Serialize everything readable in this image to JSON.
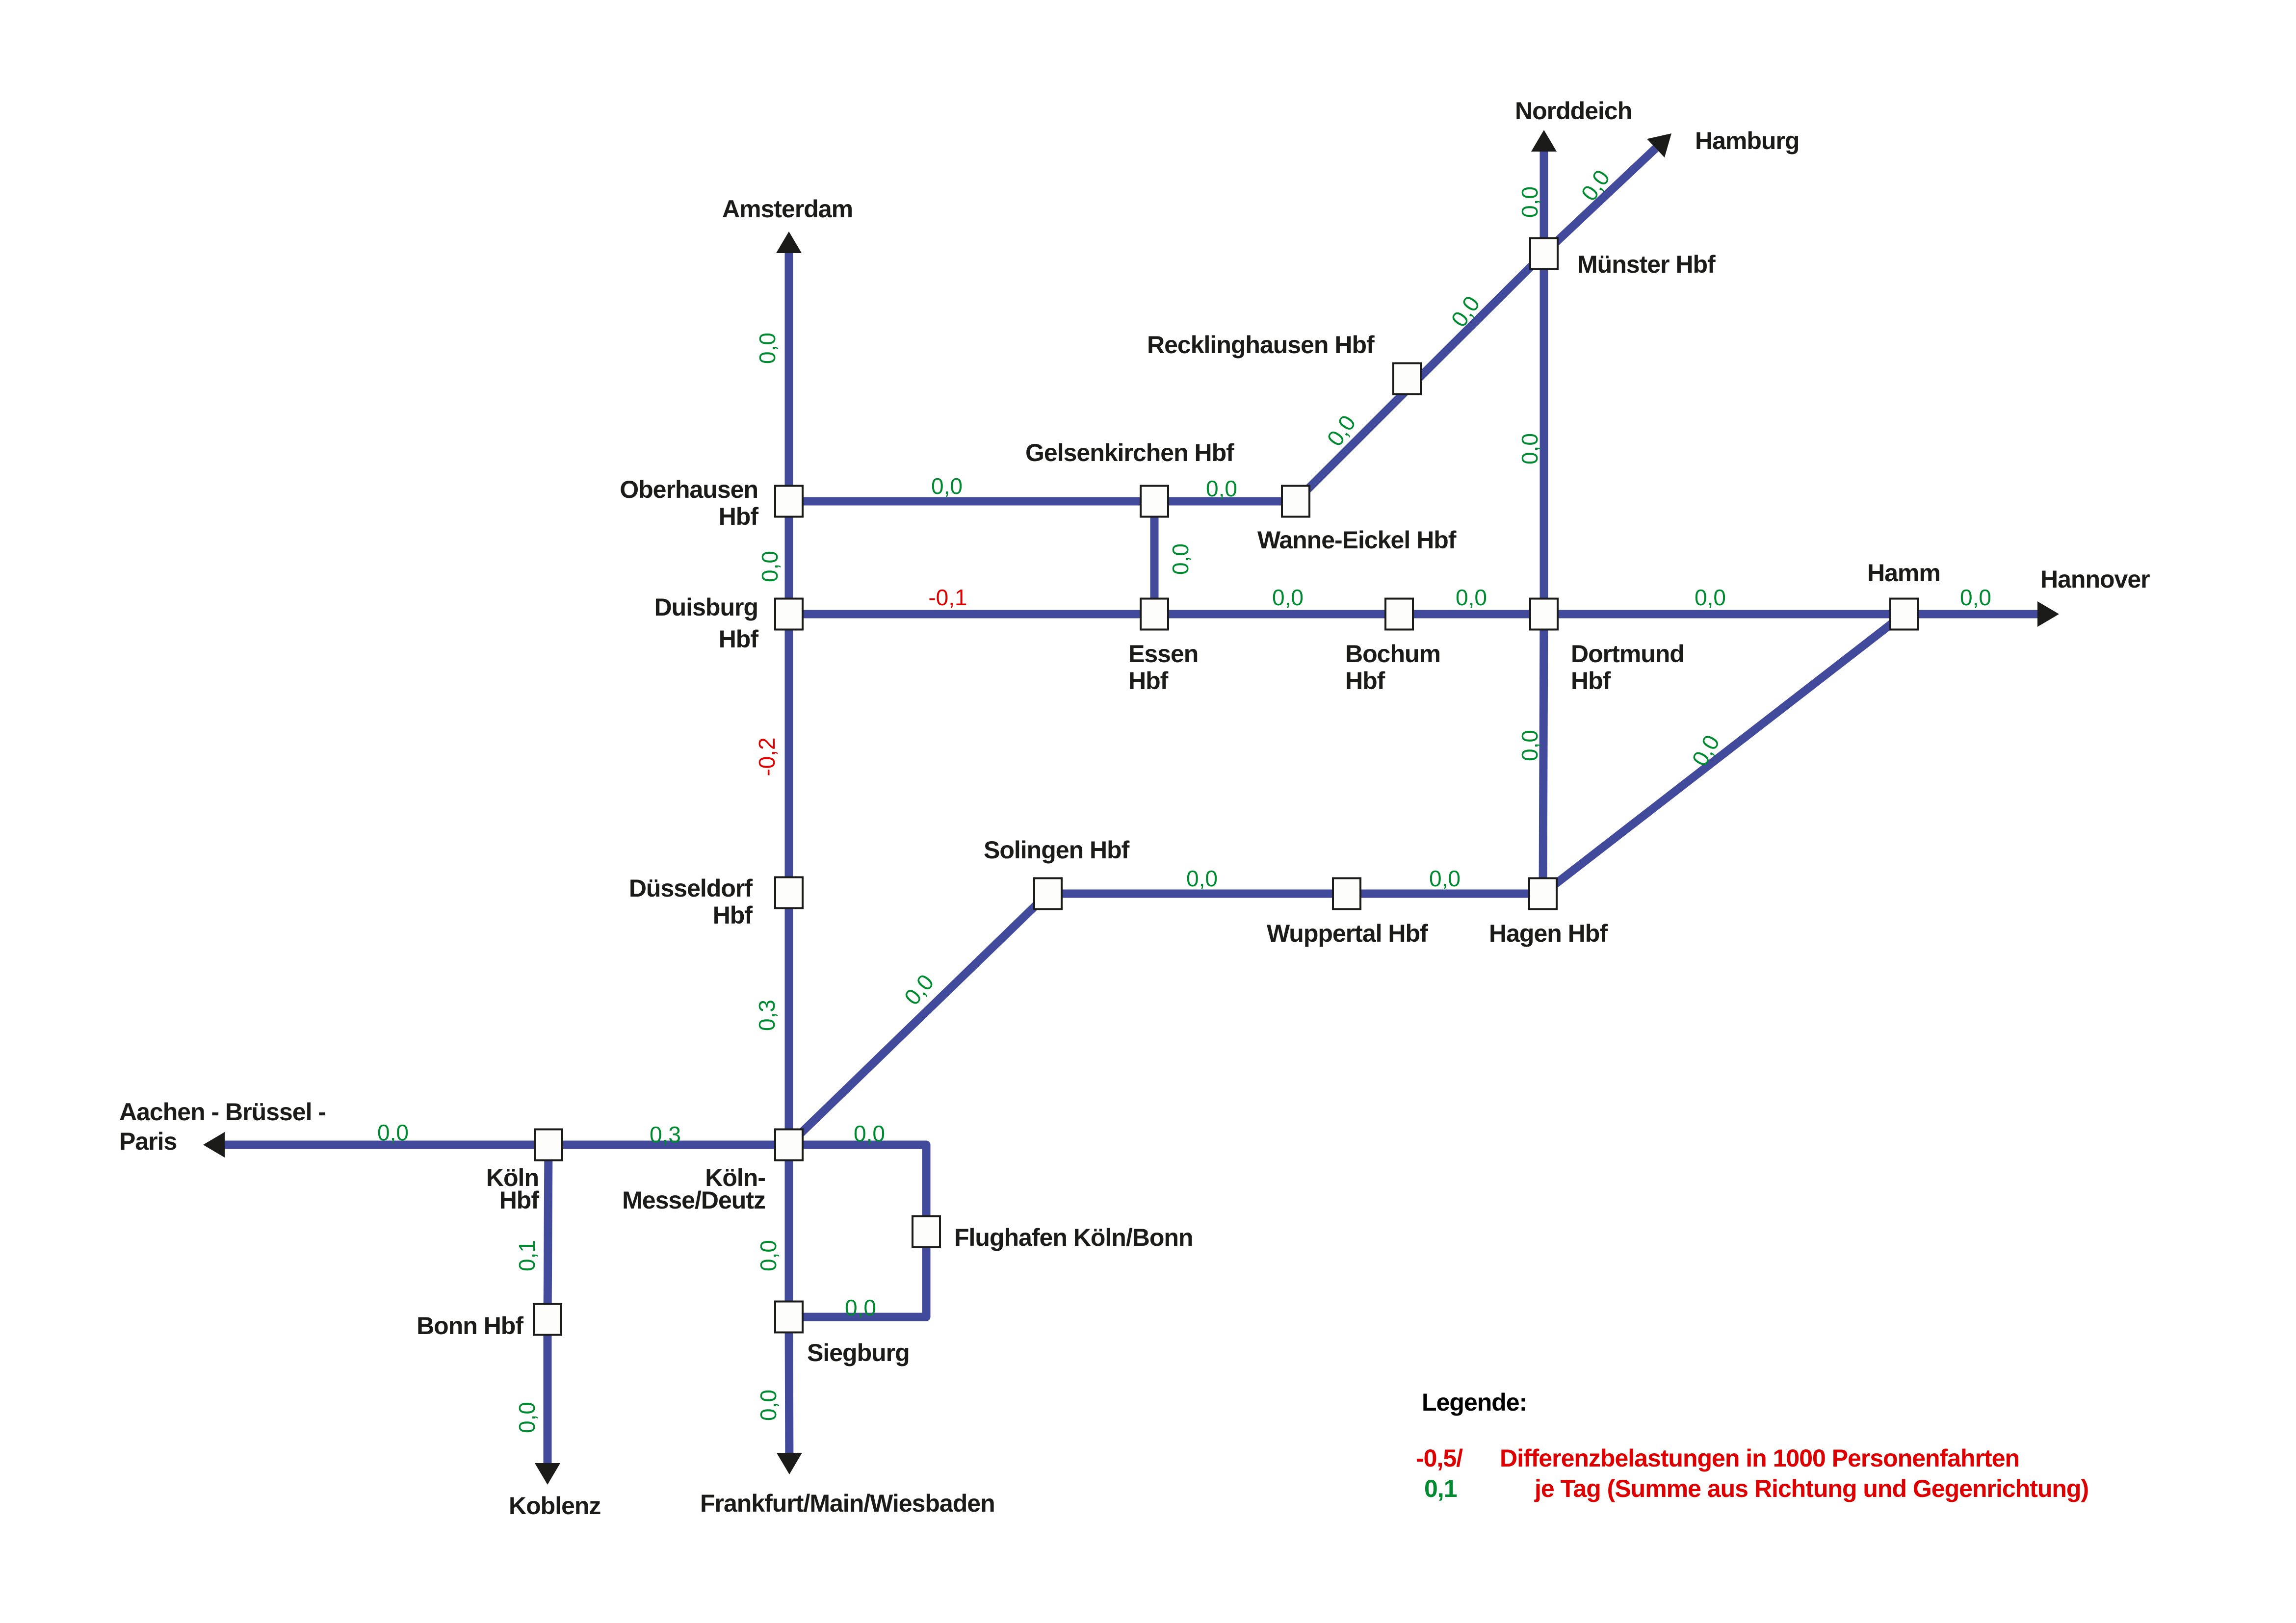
{
  "diagram": {
    "type": "rail-network-load-difference-map",
    "colors": {
      "line": "#424a9c",
      "positive_value": "#008a30",
      "negative_value": "#dd0000",
      "text": "#1b1c1a",
      "node_fill": "#fdfdfb"
    },
    "stations": [
      {
        "id": "oberhausen",
        "label": [
          "Oberhausen",
          "Hbf"
        ]
      },
      {
        "id": "duisburg",
        "label": [
          "Duisburg",
          "Hbf"
        ]
      },
      {
        "id": "duesseldorf",
        "label": [
          "Düsseldorf",
          "Hbf"
        ]
      },
      {
        "id": "koeln_messe",
        "label": [
          "Köln-",
          "Messe/Deutz"
        ]
      },
      {
        "id": "koeln_hbf",
        "label": [
          "Köln",
          "Hbf"
        ]
      },
      {
        "id": "bonn",
        "label": [
          "Bonn Hbf"
        ]
      },
      {
        "id": "siegburg",
        "label": [
          "Siegburg"
        ]
      },
      {
        "id": "flughafen",
        "label": [
          "Flughafen Köln/Bonn"
        ]
      },
      {
        "id": "solingen",
        "label": [
          "Solingen Hbf"
        ]
      },
      {
        "id": "wuppertal",
        "label": [
          "Wuppertal Hbf"
        ]
      },
      {
        "id": "hagen",
        "label": [
          "Hagen Hbf"
        ]
      },
      {
        "id": "gelsenkirchen",
        "label": [
          "Gelsenkirchen Hbf"
        ]
      },
      {
        "id": "wanne",
        "label": [
          "Wanne-Eickel Hbf"
        ]
      },
      {
        "id": "recklinghausen",
        "label": [
          "Recklinghausen  Hbf"
        ]
      },
      {
        "id": "muenster",
        "label": [
          "Münster Hbf"
        ]
      },
      {
        "id": "essen",
        "label": [
          "Essen",
          "Hbf"
        ]
      },
      {
        "id": "bochum",
        "label": [
          "Bochum",
          "Hbf"
        ]
      },
      {
        "id": "dortmund",
        "label": [
          "Dortmund",
          "Hbf"
        ]
      },
      {
        "id": "hamm",
        "label": [
          "Hamm"
        ]
      }
    ],
    "destinations": [
      {
        "id": "amsterdam",
        "label": [
          "Amsterdam"
        ]
      },
      {
        "id": "norddeich",
        "label": [
          "Norddeich"
        ]
      },
      {
        "id": "hamburg",
        "label": [
          "Hamburg"
        ]
      },
      {
        "id": "hannover",
        "label": [
          "Hannover"
        ]
      },
      {
        "id": "aachen",
        "label": [
          "Aachen - Brüssel -",
          "Paris"
        ]
      },
      {
        "id": "koblenz",
        "label": [
          "Koblenz"
        ]
      },
      {
        "id": "frankfurt",
        "label": [
          "Frankfurt/Main/Wiesbaden"
        ]
      }
    ],
    "edges": [
      {
        "from": "oberhausen",
        "to": "amsterdam",
        "value": "0,0"
      },
      {
        "from": "oberhausen",
        "to": "duisburg",
        "value": "0,0"
      },
      {
        "from": "oberhausen",
        "to": "gelsenkirchen",
        "value": "0,0"
      },
      {
        "from": "gelsenkirchen",
        "to": "wanne",
        "value": "0,0"
      },
      {
        "from": "gelsenkirchen",
        "to": "essen",
        "value": "0,0"
      },
      {
        "from": "wanne",
        "to": "recklinghausen",
        "value": "0,0"
      },
      {
        "from": "recklinghausen",
        "to": "muenster",
        "value": "0,0"
      },
      {
        "from": "muenster",
        "to": "norddeich",
        "value": "0,0"
      },
      {
        "from": "muenster",
        "to": "hamburg",
        "value": "0,0"
      },
      {
        "from": "muenster",
        "to": "dortmund",
        "value": "0,0"
      },
      {
        "from": "duisburg",
        "to": "essen",
        "value": "-0,1"
      },
      {
        "from": "essen",
        "to": "bochum",
        "value": "0,0"
      },
      {
        "from": "bochum",
        "to": "dortmund",
        "value": "0,0"
      },
      {
        "from": "dortmund",
        "to": "hamm",
        "value": "0,0"
      },
      {
        "from": "hamm",
        "to": "hannover",
        "value": "0,0"
      },
      {
        "from": "dortmund",
        "to": "hagen",
        "value": "0,0"
      },
      {
        "from": "hagen",
        "to": "hamm",
        "value": "0,0"
      },
      {
        "from": "duisburg",
        "to": "duesseldorf",
        "value": "-0,2"
      },
      {
        "from": "duesseldorf",
        "to": "koeln_messe",
        "value": "0,3"
      },
      {
        "from": "koeln_messe",
        "to": "solingen",
        "value": "0,0"
      },
      {
        "from": "solingen",
        "to": "wuppertal",
        "value": "0,0"
      },
      {
        "from": "wuppertal",
        "to": "hagen",
        "value": "0,0"
      },
      {
        "from": "koeln_hbf",
        "to": "aachen",
        "value": "0,0"
      },
      {
        "from": "koeln_hbf",
        "to": "koeln_messe",
        "value": "0,3"
      },
      {
        "from": "koeln_hbf",
        "to": "bonn",
        "value": "0,1"
      },
      {
        "from": "bonn",
        "to": "koblenz",
        "value": "0,0"
      },
      {
        "from": "koeln_messe",
        "to": "flughafen",
        "value": "0,0"
      },
      {
        "from": "flughafen",
        "to": "siegburg",
        "value": "0,0"
      },
      {
        "from": "koeln_messe",
        "to": "siegburg",
        "value": "0,0"
      },
      {
        "from": "siegburg",
        "to": "frankfurt",
        "value": "0,0"
      }
    ],
    "legend": {
      "title": "Legende:",
      "negative_example": "-0,5/",
      "positive_example": "0,1",
      "line1": "Differenzbelastungen in 1000 Personenfahrten",
      "line2": "je Tag (Summe aus Richtung und Gegenrichtung)"
    }
  }
}
